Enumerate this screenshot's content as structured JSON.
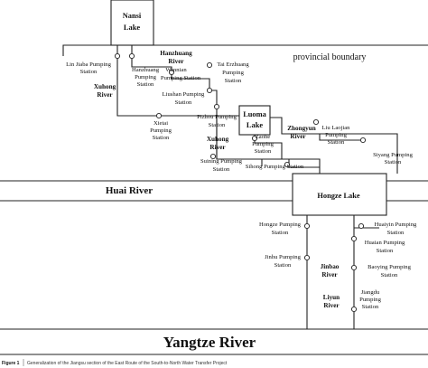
{
  "lakes": {
    "nansi": "Nansi Lake",
    "nansi_l1": "Nansi",
    "nansi_l2": "Lake",
    "luoma_l1": "Luoma",
    "luoma_l2": "Lake",
    "hongze": "Hongze Lake"
  },
  "rivers": {
    "hanzhuang": "Hanzhuang",
    "river_word": "River",
    "xuhong_a": "Xuhong",
    "xuhong_b": "Xuhong",
    "zhongyun": "Zhongyun",
    "huai": "Huai River",
    "jinbao": "Jinbao",
    "liyun": "Liyun",
    "yangtze": "Yangtze River"
  },
  "boundary_label": "provincial boundary",
  "stations": {
    "lin_jiaba": [
      "Lin Jiaba Pumping",
      "Station"
    ],
    "hanzhuang": [
      "Hanzhuang",
      "Pumping",
      "Station"
    ],
    "wannian": [
      "Wannian",
      "Pumping Station"
    ],
    "tai_erzhuang": [
      "Tai Erzhuang",
      "Pumping",
      "Station"
    ],
    "liushan": [
      "Liushan Pumping",
      "Station"
    ],
    "xietai": [
      "Xietai",
      "Pumping",
      "Station"
    ],
    "pizhou": [
      "Pizhou Pumping",
      "Station"
    ],
    "liu_laojian": [
      "Liu Laojian",
      "Pumping",
      "Station"
    ],
    "zaohe": [
      "Zaohe",
      "Pumping",
      "Station"
    ],
    "siyang": [
      "Siyang Pumping",
      "Station"
    ],
    "suining": [
      "Suining Pumping",
      "Station"
    ],
    "sihong": [
      "Sihong Pumping Station"
    ],
    "hongze": [
      "Hongze Pumping",
      "Station"
    ],
    "huaiyin": [
      "Huaiyin Pumping",
      "Station"
    ],
    "huaian": [
      "Huaian Pumping",
      "Station"
    ],
    "jinhu": [
      "Jinhu Pumping",
      "Station"
    ],
    "baoying": [
      "Baoying Pumping",
      "Station"
    ],
    "jiangdu": [
      "Jiangdu",
      "Pumping",
      "Station"
    ]
  },
  "caption": {
    "label": "Figure 1",
    "text": "Generalization of the Jiangsu section of the East Route of the South-to-North Water Transfer Project"
  }
}
